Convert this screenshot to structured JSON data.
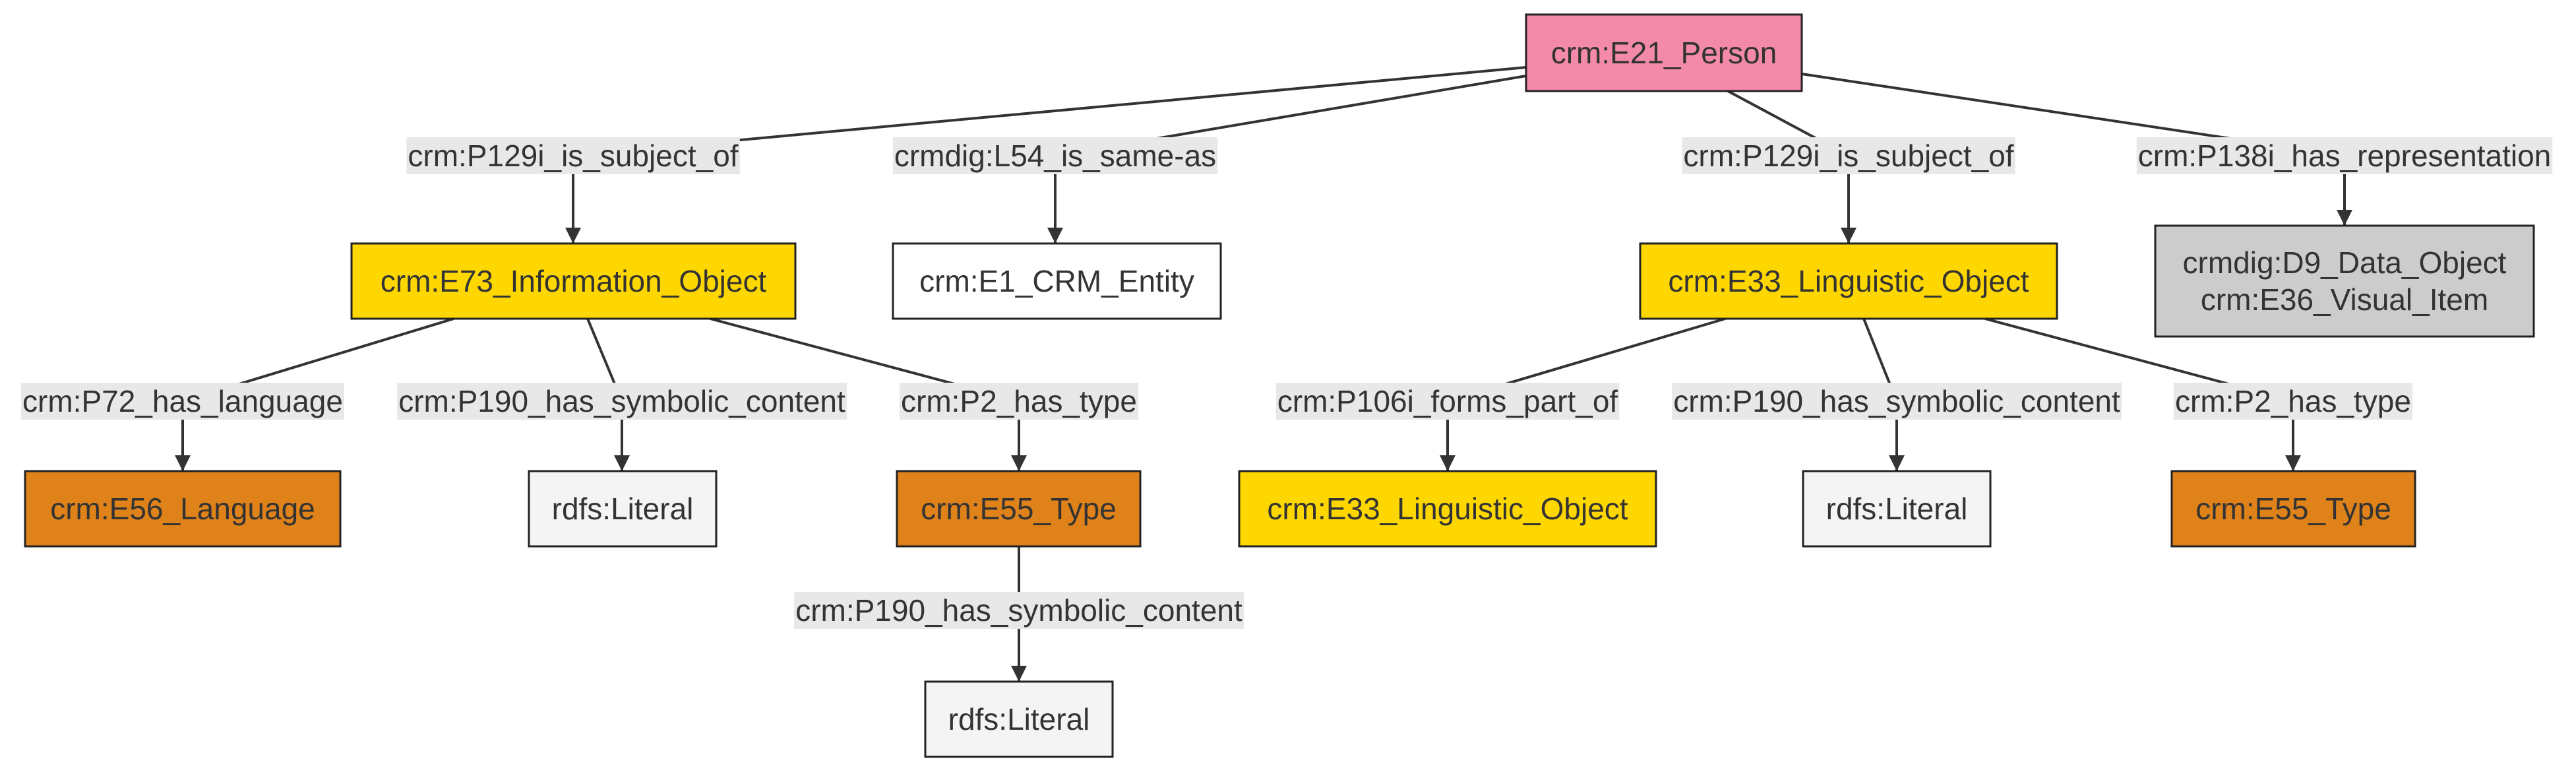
{
  "diagram": {
    "colors": {
      "person": "#f48aaa",
      "info_object": "#ffd700",
      "type": "#e0821a",
      "literal": "#f4f4f4",
      "entity": "#ffffff",
      "data_object": "#cccccc",
      "edge_label_bg": "#e8e8e8",
      "stroke": "#333333"
    },
    "nodes": {
      "person": {
        "lines": [
          "crm:E21_Person"
        ],
        "style": "person"
      },
      "info_object": {
        "lines": [
          "crm:E73_Information_Object"
        ],
        "style": "info_object"
      },
      "crm_entity": {
        "lines": [
          "crm:E1_CRM_Entity"
        ],
        "style": "entity"
      },
      "linguistic_object": {
        "lines": [
          "crm:E33_Linguistic_Object"
        ],
        "style": "info_object"
      },
      "data_object": {
        "lines": [
          "crmdig:D9_Data_Object",
          "crm:E36_Visual_Item"
        ],
        "style": "data_object"
      },
      "language": {
        "lines": [
          "crm:E56_Language"
        ],
        "style": "type"
      },
      "literal_1": {
        "lines": [
          "rdfs:Literal"
        ],
        "style": "literal"
      },
      "type_1": {
        "lines": [
          "crm:E55_Type"
        ],
        "style": "type"
      },
      "linguistic_object_2": {
        "lines": [
          "crm:E33_Linguistic_Object"
        ],
        "style": "info_object"
      },
      "literal_2": {
        "lines": [
          "rdfs:Literal"
        ],
        "style": "literal"
      },
      "type_2": {
        "lines": [
          "crm:E55_Type"
        ],
        "style": "type"
      },
      "literal_3": {
        "lines": [
          "rdfs:Literal"
        ],
        "style": "literal"
      }
    },
    "edges": {
      "person_info": {
        "label": "crm:P129i_is_subject_of",
        "from": "person",
        "to": "info_object"
      },
      "person_entity": {
        "label": "crmdig:L54_is_same-as",
        "from": "person",
        "to": "crm_entity"
      },
      "person_ling": {
        "label": "crm:P129i_is_subject_of",
        "from": "person",
        "to": "linguistic_object"
      },
      "person_data": {
        "label": "crm:P138i_has_representation",
        "from": "person",
        "to": "data_object"
      },
      "info_lang": {
        "label": "crm:P72_has_language",
        "from": "info_object",
        "to": "language"
      },
      "info_literal": {
        "label": "crm:P190_has_symbolic_content",
        "from": "info_object",
        "to": "literal_1"
      },
      "info_type": {
        "label": "crm:P2_has_type",
        "from": "info_object",
        "to": "type_1"
      },
      "type_literal": {
        "label": "crm:P190_has_symbolic_content",
        "from": "type_1",
        "to": "literal_3"
      },
      "ling_part": {
        "label": "crm:P106i_forms_part_of",
        "from": "linguistic_object",
        "to": "linguistic_object_2"
      },
      "ling_literal": {
        "label": "crm:P190_has_symbolic_content",
        "from": "linguistic_object",
        "to": "literal_2"
      },
      "ling_type": {
        "label": "crm:P2_has_type",
        "from": "linguistic_object",
        "to": "type_2"
      }
    }
  }
}
